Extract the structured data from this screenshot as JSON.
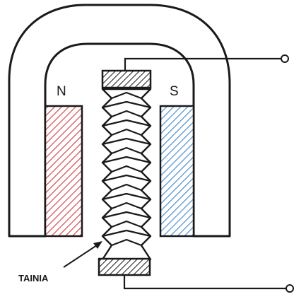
{
  "labels": {
    "north_pole": "N",
    "south_pole": "S",
    "ribbon": "TAINIA"
  },
  "colors": {
    "outline": "#1a1a1a",
    "north_hatch": "#d23b3b",
    "south_hatch": "#3f86c9",
    "clamp_hatch": "#1a1a1a",
    "background": "#ffffff"
  },
  "icons": {
    "terminal": "terminal-circle-icon",
    "pointer": "arrow-icon"
  }
}
